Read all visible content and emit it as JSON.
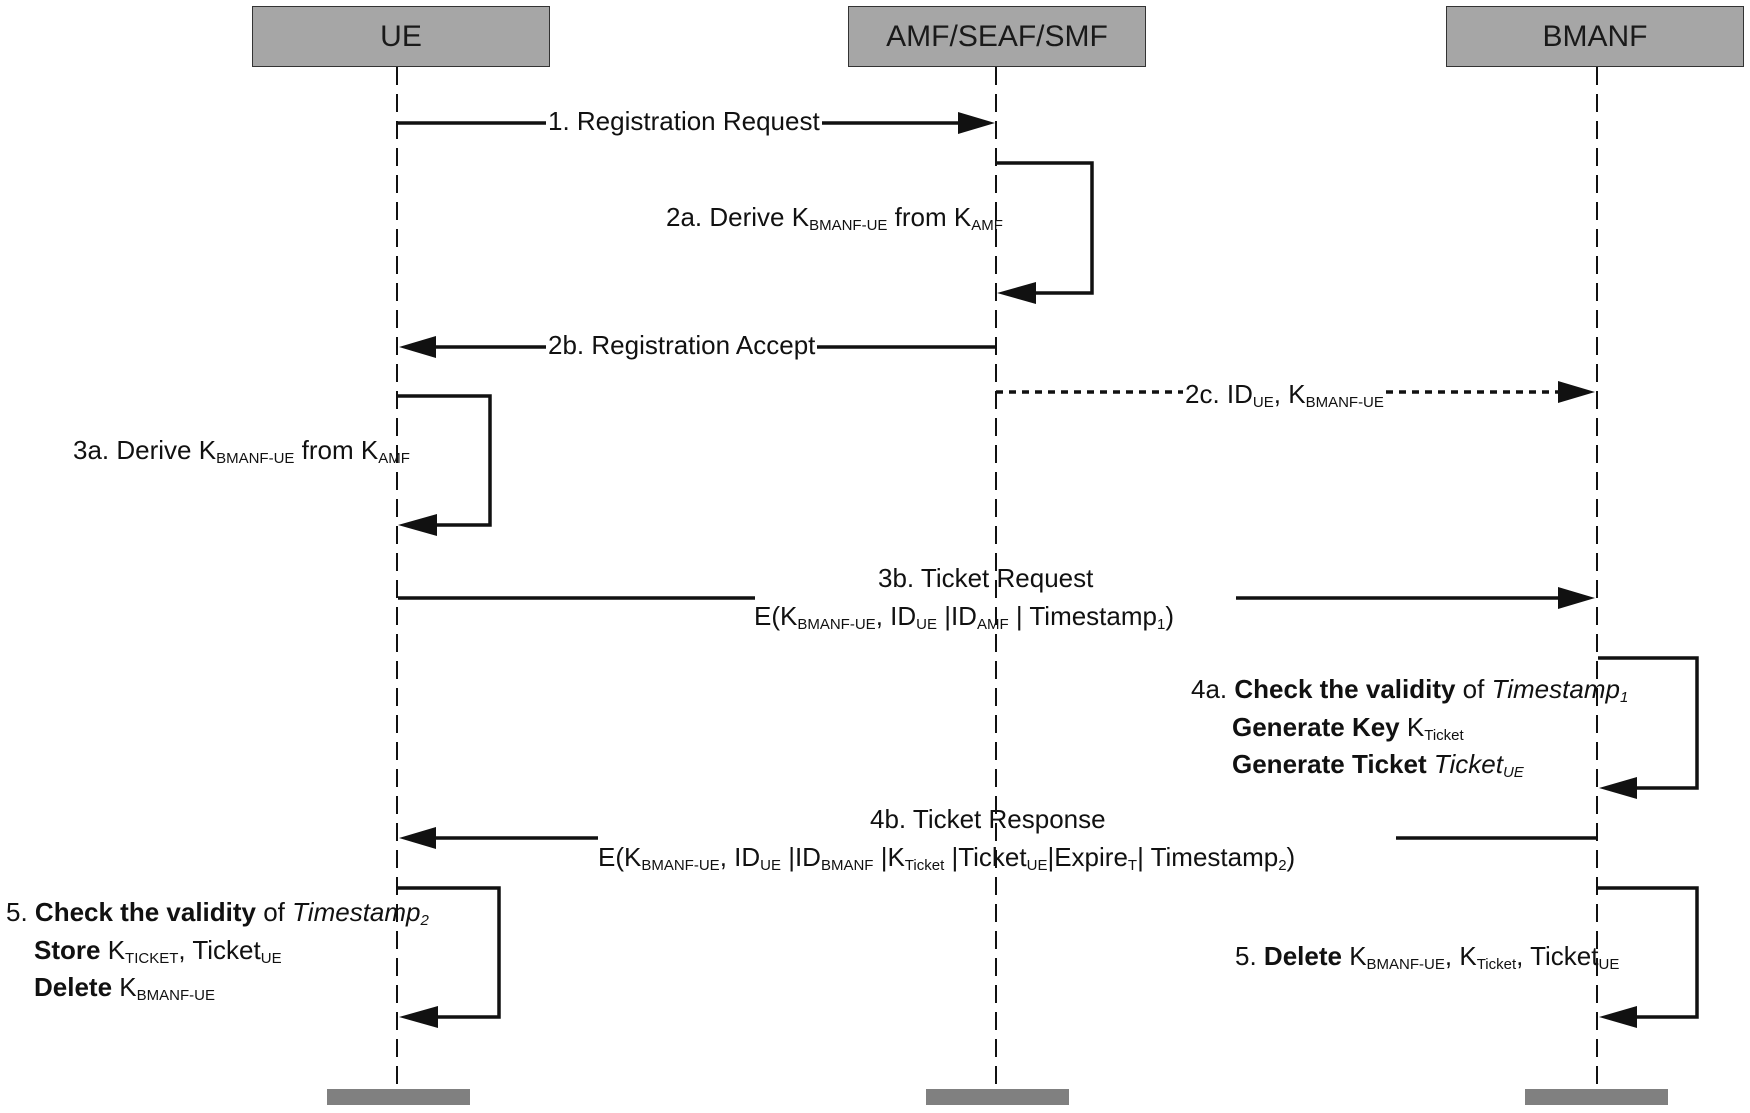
{
  "participants": [
    {
      "id": "ue",
      "label": "UE"
    },
    {
      "id": "amf",
      "label": "AMF/SEAF/SMF"
    },
    {
      "id": "bmanf",
      "label": "BMANF"
    }
  ],
  "messages": {
    "m1": {
      "text": "1. Registration Request"
    },
    "m2a": {
      "prefix": "2a. Derive K",
      "sub1": "BMANF-UE",
      "mid": " from K",
      "sub2": "AMF"
    },
    "m2b": {
      "text": "2b. Registration Accept"
    },
    "m2c": {
      "prefix": "2c. ID",
      "sub1": "UE",
      "mid": ", K",
      "sub2": "BMANF-UE"
    },
    "m3a": {
      "prefix": "3a. Derive K",
      "sub1": "BMANF-UE",
      "mid": " from K",
      "sub2": "AMF"
    },
    "m3b": {
      "title": "3b. Ticket Request",
      "p1": "E(K",
      "s1": "BMANF-UE",
      "p2": ",  ID",
      "s2": "UE",
      "p3": " |ID",
      "s3": "AMF",
      "p4": " | Timestamp",
      "s4": "1",
      "p5": ")"
    },
    "m4a": {
      "l1_prefix": "4a. ",
      "l1_bold": "Check the validity",
      "l1_mid": " of ",
      "l1_ital": "Timestamp",
      "l1_sub": "1",
      "l2_bold": "Generate Key",
      "l2_mid": " K",
      "l2_sub": "Ticket",
      "l3_bold": "Generate Ticket",
      "l3_ital": " Ticket",
      "l3_sub": "UE"
    },
    "m4b": {
      "title": "4b. Ticket Response",
      "p1": "E(K",
      "s1": "BMANF-UE",
      "p2": ", ID",
      "s2": "UE",
      "p3": " |ID",
      "s3": "BMANF",
      "p4": " |K",
      "s4": "Ticket",
      "p5": " |Ticket",
      "s5": "UE",
      "p6": "|Expire",
      "s6": "T",
      "p7": "| Timestamp",
      "s7": "2",
      "p8": ")"
    },
    "m5ue": {
      "l1_prefix": "5. ",
      "l1_bold": "Check the validity",
      "l1_mid": " of ",
      "l1_ital": "Timestamp",
      "l1_sub": "2",
      "l2_bold": "Store",
      "l2_mid": " K",
      "l2_sub1": "TICKET",
      "l2_mid2": ", Ticket",
      "l2_sub2": "UE",
      "l3_bold": "Delete",
      "l3_mid": " K",
      "l3_sub": "BMANF-UE"
    },
    "m5bm": {
      "prefix": "5. ",
      "bold": "Delete",
      "p1": " K",
      "s1": "BMANF-UE",
      "p2": ", K",
      "s2": "Ticket",
      "p3": ", Ticket",
      "s3": "UE"
    }
  },
  "colors": {
    "header_fill": "#a6a6a6",
    "footer_fill": "#808080",
    "line": "#111111"
  }
}
